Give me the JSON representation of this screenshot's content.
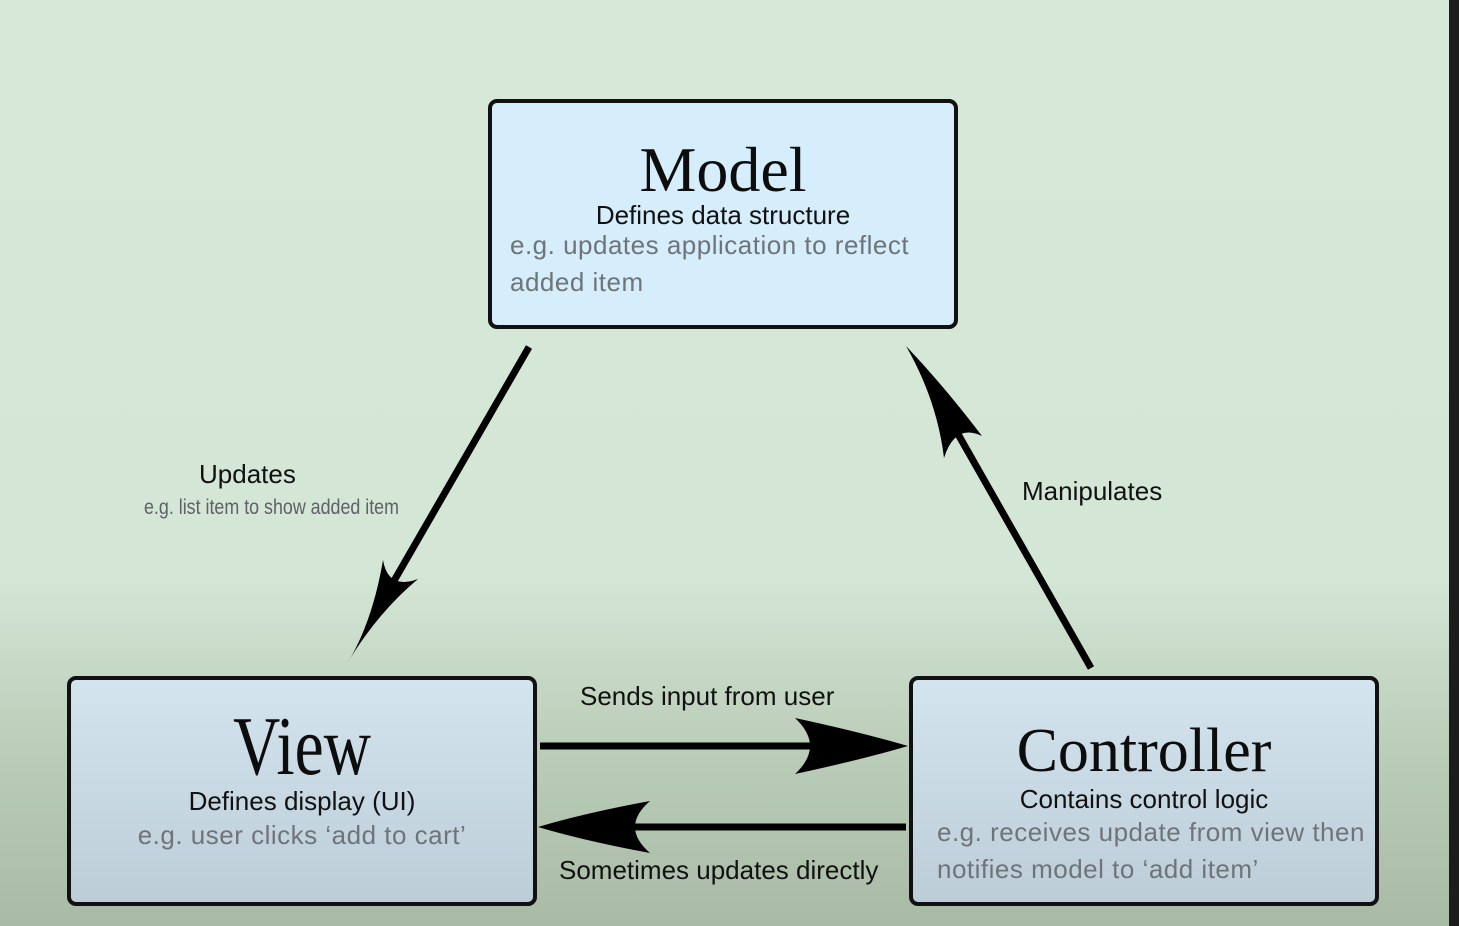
{
  "model": {
    "title": "Model",
    "subtitle": "Defines data structure",
    "example": "e.g. updates application to reflect added item"
  },
  "view": {
    "title": "View",
    "subtitle": "Defines display (UI)",
    "example": "e.g. user clicks ‘add to cart’"
  },
  "controller": {
    "title": "Controller",
    "subtitle": "Contains control logic",
    "example": "e.g. receives update from view then notifies model to ‘add item’"
  },
  "edges": {
    "updates": {
      "label": "Updates",
      "example": "e.g. list item to show added item"
    },
    "manipulates": {
      "label": "Manipulates"
    },
    "sends_input": {
      "label": "Sends input from user"
    },
    "sometimes_updates": {
      "label": "Sometimes updates directly"
    }
  },
  "colors": {
    "background": "#d6e9d9",
    "model_box": "#d6eefb",
    "view_controller_box": "#c8dae5",
    "border": "#111111",
    "example_text": "#6e7478"
  }
}
